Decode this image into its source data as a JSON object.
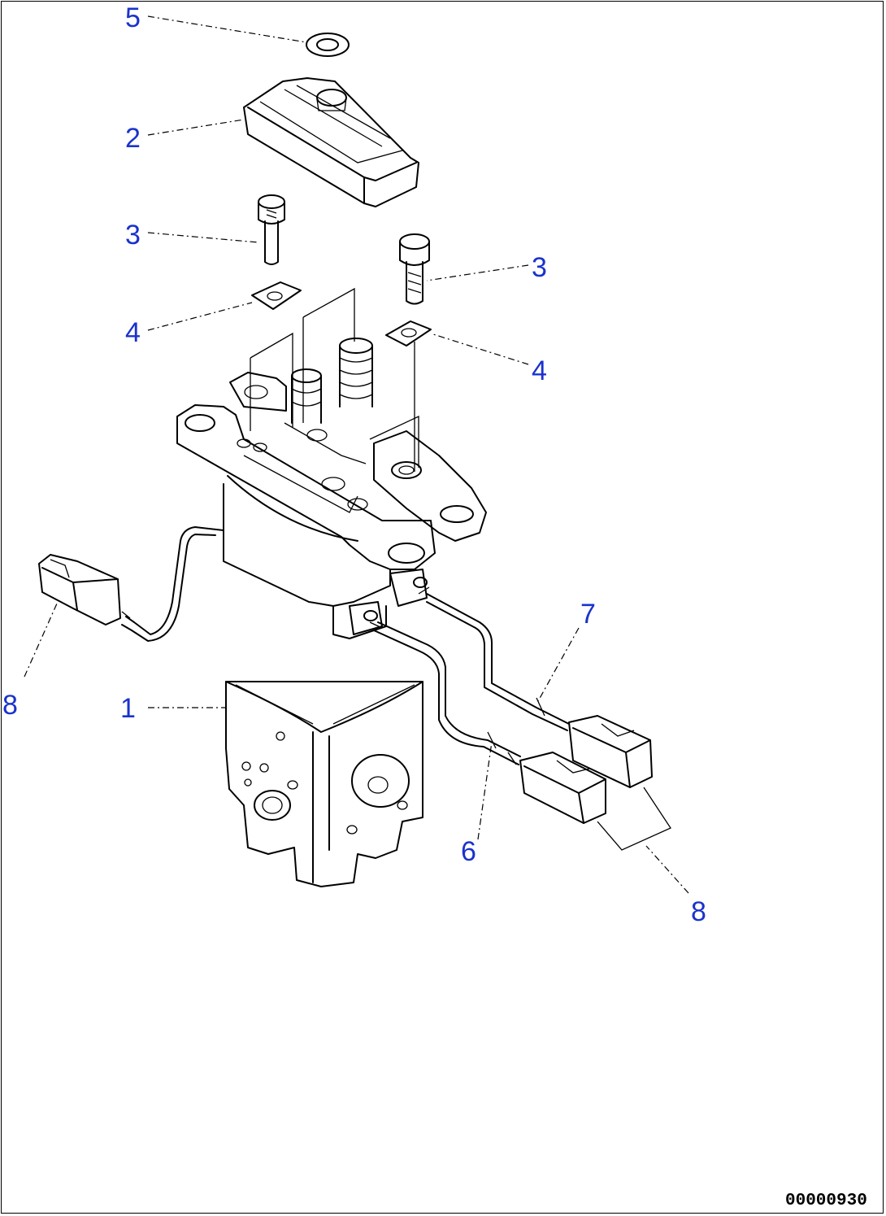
{
  "callouts": {
    "c5": "5",
    "c2": "2",
    "c3a": "3",
    "c3b": "3",
    "c4a": "4",
    "c4b": "4",
    "c7": "7",
    "c8a": "8",
    "c1": "1",
    "c6": "6",
    "c8b": "8"
  },
  "drawing_code": "00000930",
  "colors": {
    "callout": "#1a33cc",
    "line": "#000000",
    "background": "#ffffff"
  }
}
